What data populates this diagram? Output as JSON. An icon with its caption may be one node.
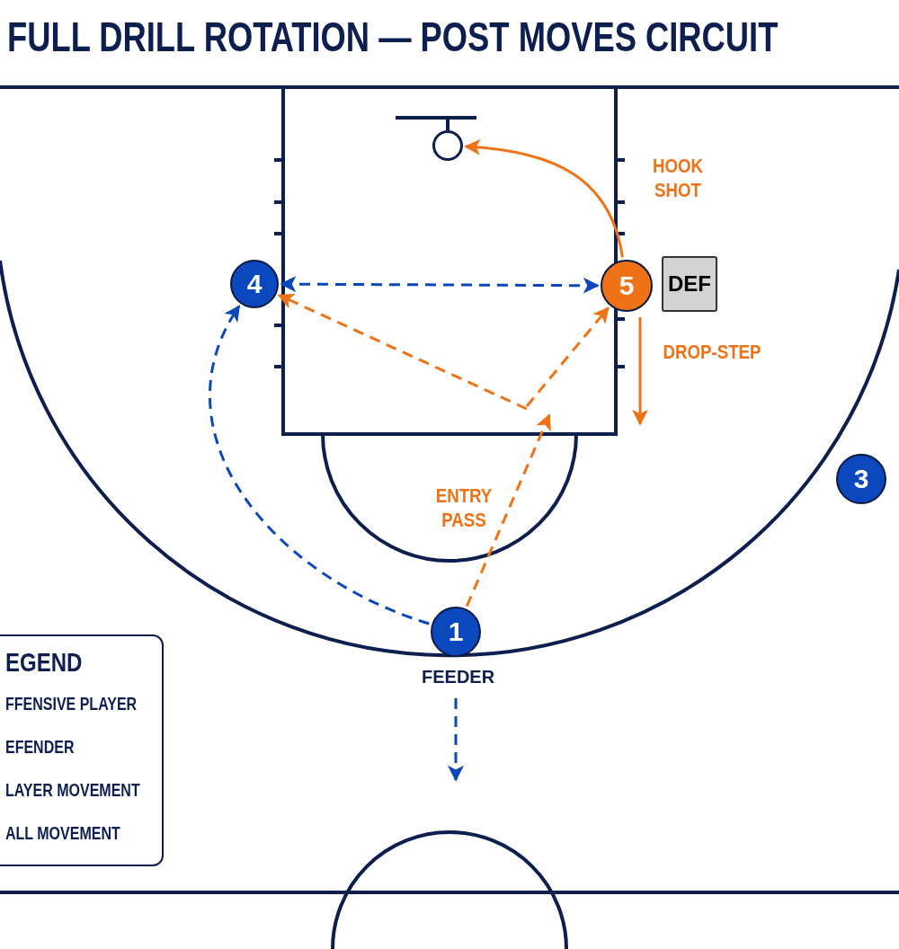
{
  "diagram": {
    "title": "FULL DRILL ROTATION — POST MOVES CIRCUIT",
    "nodes": [
      {
        "text": [
          "4"
        ]
      },
      {
        "text": [
          "5"
        ]
      },
      {
        "text": [
          "DEF"
        ]
      },
      {
        "text": [
          "3"
        ]
      },
      {
        "text": [
          "1"
        ],
        "beside": [
          "FEEDER"
        ]
      },
      {
        "text": [],
        "shape": "circle"
      }
    ],
    "edges": [
      {
        "from": 0,
        "to": 1,
        "arrow": "both",
        "style": "dashed",
        "color": "#0b47bd"
      },
      {
        "from": 4,
        "to": 0,
        "arrow": "to",
        "style": "dashed",
        "color": "#0b47bd"
      },
      {
        "from": 4,
        "to": null,
        "arrow": "to",
        "style": "dashed",
        "label": "ENTRY PASS"
      },
      {
        "from": null,
        "to": 0,
        "arrow": "to",
        "style": "dashed"
      },
      {
        "from": null,
        "to": 1,
        "arrow": "to",
        "style": "dashed"
      },
      {
        "from": 1,
        "to": 5,
        "arrow": "to",
        "label": "HOOK SHOT"
      },
      {
        "from": 1,
        "to": null,
        "arrow": "to",
        "label": "DROP-STEP"
      },
      {
        "from": 4,
        "to": null,
        "arrow": "to",
        "style": "dashed",
        "color": "#0b47bd"
      }
    ],
    "labels": [
      "EGEND"
    ],
    "legend": [
      {
        "text": "FFENSIVE PLAYER"
      },
      {
        "text": "EFENDER"
      },
      {
        "text": "LAYER MOVEMENT"
      },
      {
        "text": "ALL MOVEMENT"
      }
    ]
  }
}
